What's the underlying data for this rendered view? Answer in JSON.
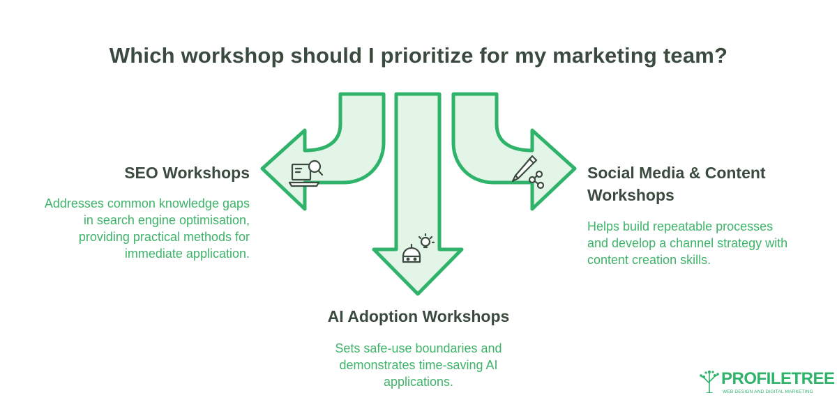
{
  "title": "Which workshop should I prioritize for my marketing team?",
  "options": [
    {
      "heading": "SEO Workshops",
      "description_lines": [
        "Addresses common knowledge gaps",
        "in search engine optimisation,",
        "providing practical methods for",
        "immediate application."
      ],
      "icon": "laptop-magnifier-icon"
    },
    {
      "heading": "AI Adoption Workshops",
      "description_lines": [
        "Sets safe-use boundaries and",
        "demonstrates time-saving AI",
        "applications."
      ],
      "icon": "robot-lightbulb-icon"
    },
    {
      "heading_lines": [
        "Social Media & Content",
        "Workshops"
      ],
      "description_lines": [
        "Helps build repeatable processes",
        "and develop a channel strategy with",
        "content creation skills."
      ],
      "icon": "pen-share-icon"
    }
  ],
  "colors": {
    "arrow_fill": "#e2f5e6",
    "arrow_stroke": "#2fb36a",
    "heading": "#3b4a3f",
    "description": "#3fb36a"
  },
  "logo": {
    "word": "PROFILETREE",
    "tagline": "WEB DESIGN AND DIGITAL MARKETING"
  }
}
